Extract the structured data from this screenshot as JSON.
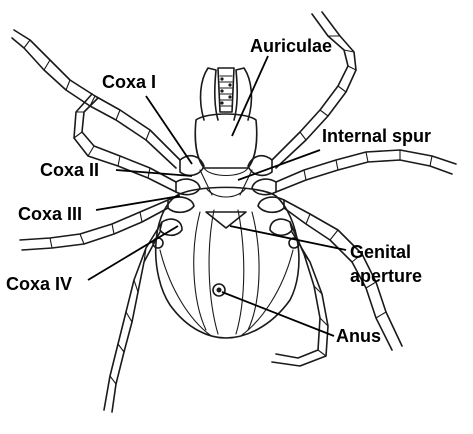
{
  "labels": {
    "auriculae": "Auriculae",
    "coxa1": "Coxa I",
    "internal_spur": "Internal spur",
    "coxa2": "Coxa II",
    "coxa3": "Coxa III",
    "genital_line1": "Genital",
    "genital_line2": "aperture",
    "coxa4": "Coxa IV",
    "anus": "Anus"
  },
  "colors": {
    "ink": "#1a1a1a",
    "background": "#ffffff"
  }
}
